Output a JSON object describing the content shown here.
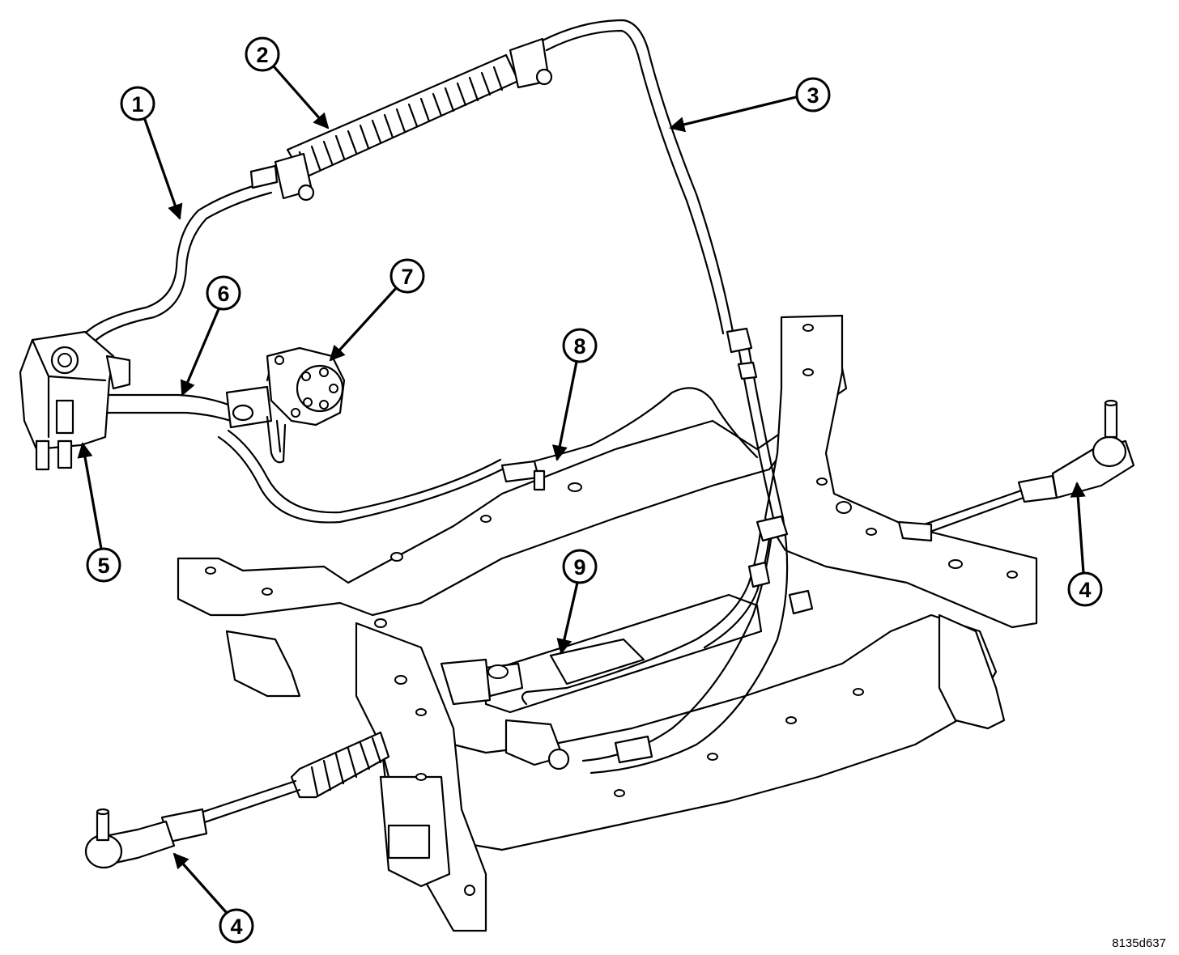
{
  "callouts": [
    {
      "id": "1",
      "label": "1"
    },
    {
      "id": "2",
      "label": "2"
    },
    {
      "id": "3",
      "label": "3"
    },
    {
      "id": "4a",
      "label": "4"
    },
    {
      "id": "4b",
      "label": "4"
    },
    {
      "id": "5",
      "label": "5"
    },
    {
      "id": "6",
      "label": "6"
    },
    {
      "id": "7",
      "label": "7"
    },
    {
      "id": "8",
      "label": "8"
    },
    {
      "id": "9",
      "label": "9"
    }
  ],
  "figure_id": "8135d637"
}
